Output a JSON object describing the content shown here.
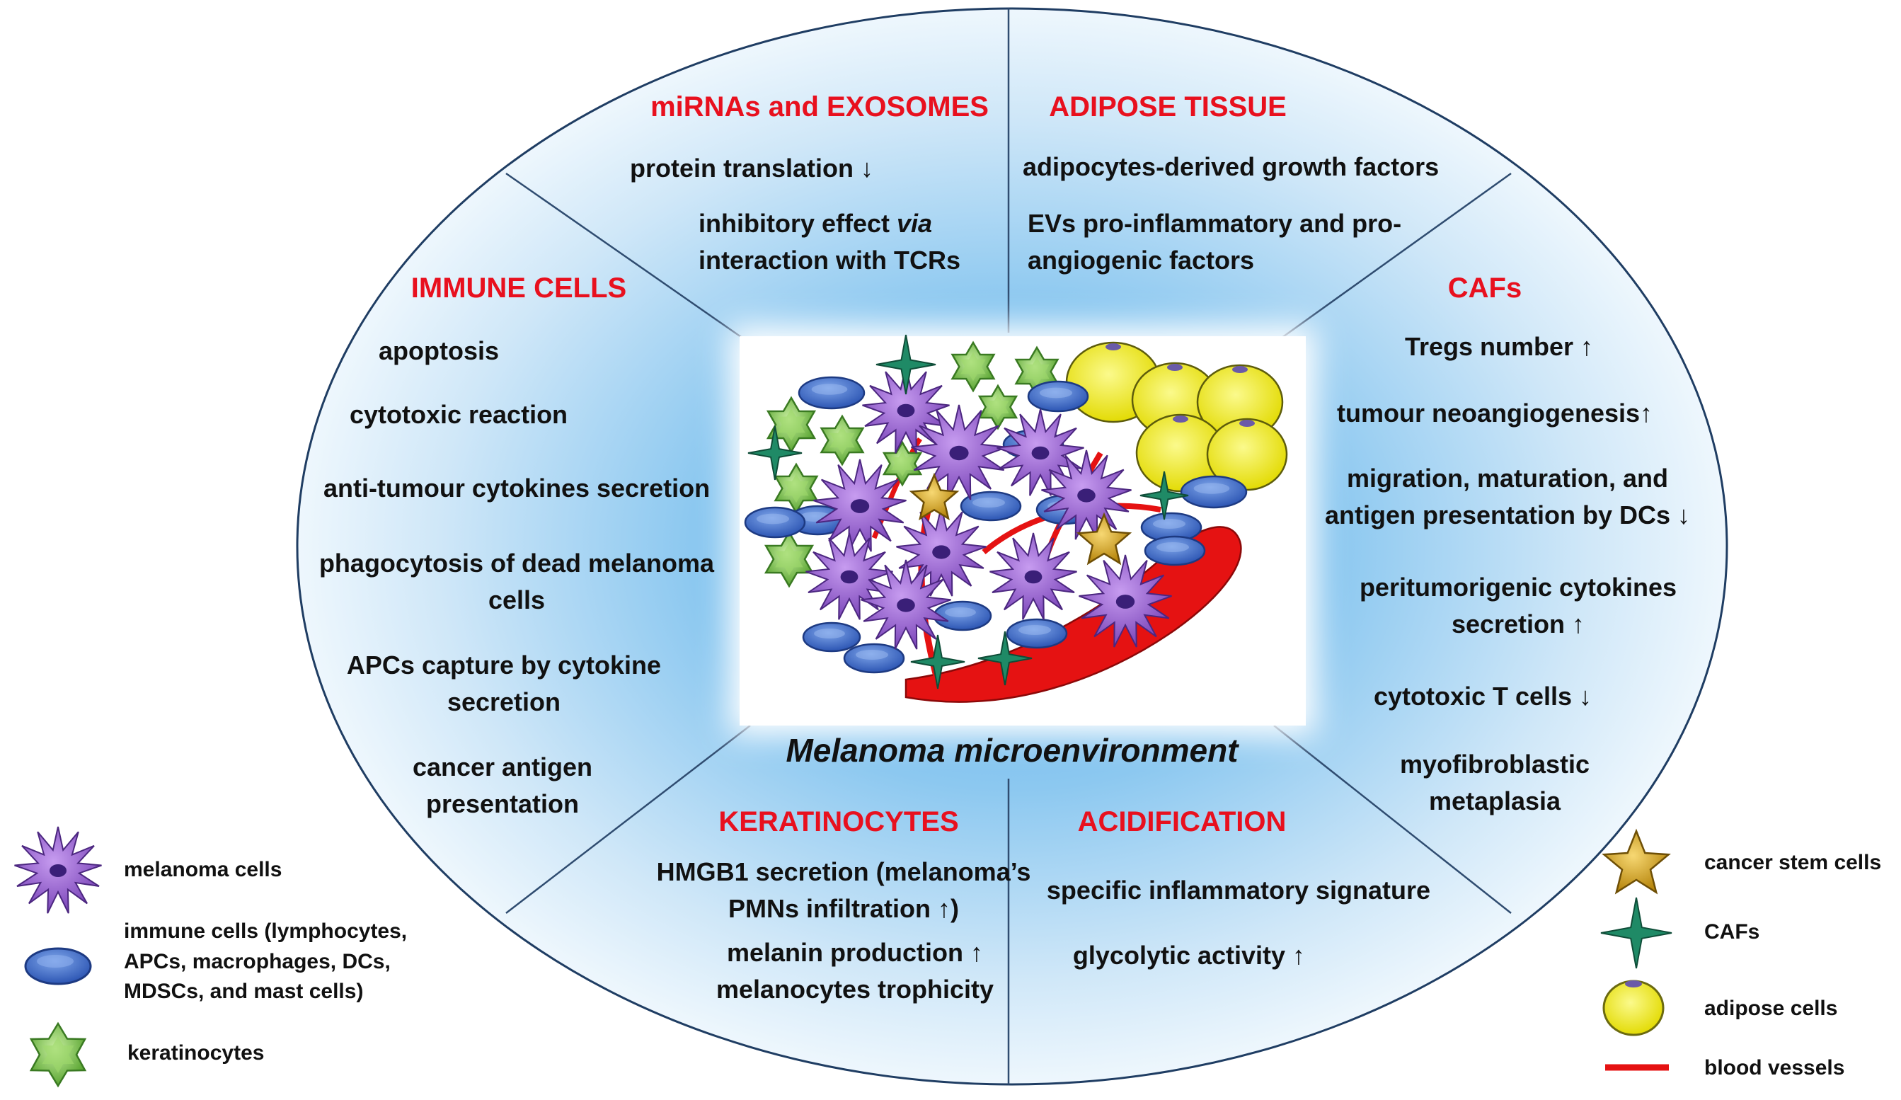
{
  "center_title": "Melanoma microenvironment",
  "colors": {
    "header_red": "#e8101e",
    "ellipse_blue": "#7fc1ee",
    "melanoma_purple": "#9b64d2",
    "immune_blue": "#3f6fcf",
    "keratinocyte_green": "#8ccf5a",
    "caf_green": "#1a7a5c",
    "adipose_yellow": "#f2ef1e",
    "stem_gold": "#e0ac1c",
    "vessel_red": "#e51212"
  },
  "sections": {
    "mirnas": {
      "header": "miRNAs and EXOSOMES",
      "items": [
        "protein translation ↓",
        "inhibitory effect via",
        "interaction with TCRs"
      ]
    },
    "adipose": {
      "header": "ADIPOSE TISSUE",
      "items": [
        "adipocytes-derived growth factors",
        "EVs pro-inflammatory and pro-",
        "angiogenic factors"
      ]
    },
    "immune": {
      "header": "IMMUNE CELLS",
      "items": [
        "apoptosis",
        "cytotoxic reaction",
        "anti-tumour cytokines secretion",
        "phagocytosis of dead melanoma",
        "cells",
        "APCs capture by cytokine",
        "secretion",
        "cancer antigen",
        "presentation"
      ]
    },
    "cafs": {
      "header": "CAFs",
      "items": [
        "Tregs number ↑",
        "tumour neoangiogenesis↑",
        "migration, maturation, and",
        "antigen presentation by DCs ↓",
        "peritumorigenic cytokines",
        "secretion ↑",
        "cytotoxic T cells ↓",
        "myofibroblastic",
        "metaplasia"
      ]
    },
    "keratinocytes": {
      "header": "KERATINOCYTES",
      "items": [
        "HMGB1 secretion (melanoma’s",
        "PMNs infiltration ↑)",
        "melanin production ↑",
        "melanocytes trophicity"
      ]
    },
    "acidification": {
      "header": "ACIDIFICATION",
      "items": [
        "specific inflammatory signature",
        "glycolytic activity ↑"
      ]
    }
  },
  "legend": {
    "left": [
      {
        "icon": "melanoma-cell-icon",
        "label": "melanoma cells"
      },
      {
        "icon": "immune-cell-icon",
        "label": [
          "immune cells (lymphocytes,",
          "APCs, macrophages, DCs,",
          "MDSCs, and mast cells)"
        ]
      },
      {
        "icon": "keratinocyte-icon",
        "label": "keratinocytes"
      }
    ],
    "right": [
      {
        "icon": "cancer-stem-cell-icon",
        "label": "cancer stem cells"
      },
      {
        "icon": "caf-icon",
        "label": "CAFs"
      },
      {
        "icon": "adipose-cell-icon",
        "label": "adipose cells"
      },
      {
        "icon": "blood-vessel-icon",
        "label": "blood vessels"
      }
    ]
  }
}
